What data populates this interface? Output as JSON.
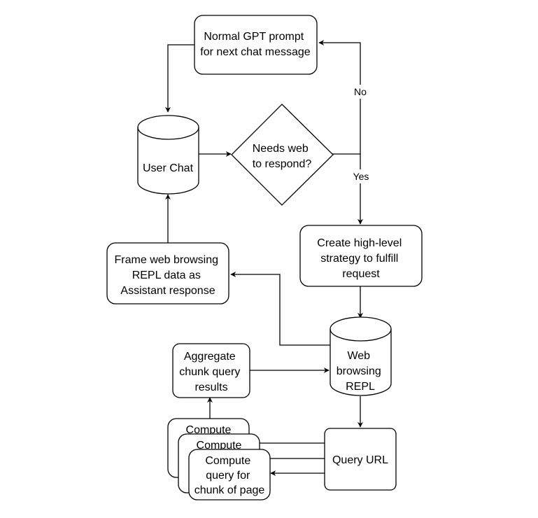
{
  "nodes": {
    "normal_gpt": [
      "Normal GPT prompt",
      "for next chat message"
    ],
    "user_chat": [
      "User Chat"
    ],
    "needs_web": [
      "Needs web",
      "to respond?"
    ],
    "strategy": [
      "Create high-level",
      "strategy to fulfill",
      "request"
    ],
    "frame_web": [
      "Frame web browsing",
      "REPL data as",
      "Assistant response"
    ],
    "web_repl": [
      "Web",
      "browsing",
      "REPL"
    ],
    "aggregate": [
      "Aggregate",
      "chunk query",
      "results"
    ],
    "query_url": [
      "Query URL"
    ],
    "compute_back": [
      "Compute"
    ],
    "compute_mid": [
      "Compute"
    ],
    "compute_front": [
      "Compute",
      "query for",
      "chunk of page"
    ]
  },
  "edges": {
    "no": "No",
    "yes": "Yes"
  },
  "colors": {
    "stroke": "#000000",
    "fill": "#ffffff"
  }
}
